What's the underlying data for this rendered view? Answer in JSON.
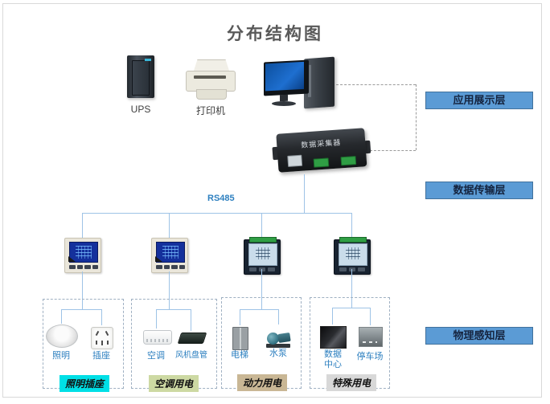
{
  "title": "分布结构图",
  "top_devices": {
    "ups_label": "UPS",
    "printer_label": "打印机"
  },
  "collector": {
    "label": "数据采集器"
  },
  "bus": {
    "label": "RS485"
  },
  "layers": [
    {
      "label": "应用展示层"
    },
    {
      "label": "数据传输层"
    },
    {
      "label": "物理感知层"
    }
  ],
  "groups": [
    {
      "tag": "照明插座",
      "tag_bg": "#00dfe6",
      "devices": [
        {
          "label": "照明"
        },
        {
          "label": "插座"
        }
      ]
    },
    {
      "tag": "空调用电",
      "tag_bg": "#cdd9a3",
      "devices": [
        {
          "label": "空调"
        },
        {
          "label": "风机盘管"
        }
      ]
    },
    {
      "tag": "动力用电",
      "tag_bg": "#c9b795",
      "devices": [
        {
          "label": "电梯"
        },
        {
          "label": "水泵"
        }
      ]
    },
    {
      "tag": "特殊用电",
      "tag_bg": "#d8d8d8",
      "devices": [
        {
          "label": "数据中心"
        },
        {
          "label": "停车场"
        }
      ]
    }
  ],
  "colors": {
    "layer_box_bg": "#5b9bd5",
    "layer_box_border": "#41719c",
    "bus_line": "#9ec3e6",
    "blue_text": "#2e80c0",
    "dashed_box_border": "#9fb0c2"
  }
}
